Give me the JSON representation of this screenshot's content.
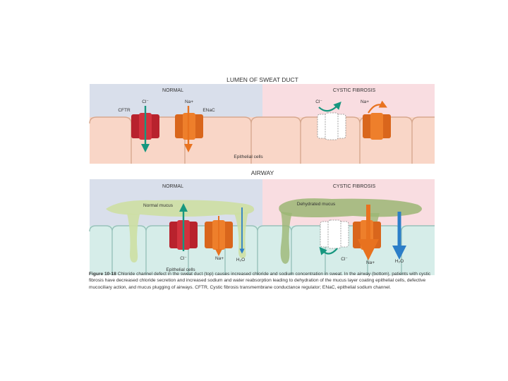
{
  "colors": {
    "normal_bg": "#d9dfeb",
    "cf_bg": "#f9dde1",
    "cell_fill": "#f9d6c7",
    "cell_stroke": "#d7a88f",
    "airway_cell_fill": "#d6ede9",
    "airway_cell_stroke": "#98c2bb",
    "cftr_red": "#d2323d",
    "enac_orange": "#ee7f2b",
    "chloride_teal": "#17977f",
    "sodium_orange": "#e8721f",
    "water_blue": "#2c7ec8",
    "mucus_normal": "#cddfa3",
    "mucus_dehydrated": "#9cb674"
  },
  "sweat_duct": {
    "title": "LUMEN OF SWEAT DUCT",
    "normal_label": "NORMAL",
    "cf_label": "CYSTIC FIBROSIS",
    "cl_label": "Cl⁻",
    "na_label": "Na+",
    "cftr_label": "CFTR",
    "enac_label": "ENaC",
    "cells_label": "Epithelial cells",
    "cf_cl_label": "Cl⁻",
    "cf_na_label": "Na+"
  },
  "airway": {
    "title": "AIRWAY",
    "normal_label": "NORMAL",
    "cf_label": "CYSTIC FIBROSIS",
    "normal_mucus_label": "Normal mucus",
    "dehydrated_mucus_label": "Dehydrated mucus",
    "cl_label": "Cl⁻",
    "na_label": "Na+",
    "h2o_label": "H₂O",
    "cells_label": "Epithelial cells",
    "cf_cl_label": "Cl⁻",
    "cf_na_label": "Na+",
    "cf_h2o_label": "H₂O"
  },
  "caption": {
    "figure_number": "Figure 10-18",
    "text": "Chloride channel defect in the sweat duct (top) causes increased chloride and sodium concentration in sweat. In the airway (bottom), patients with cystic fibrosis have decreased chloride secretion and increased sodium and water reabsorption leading to dehydration of the mucus layer coating epithelial cells, defective mucociliary action, and mucus plugging of airways. CFTR, Cystic fibrosis transmembrane conductance regulator; ENaC, epithelial sodium channel."
  }
}
